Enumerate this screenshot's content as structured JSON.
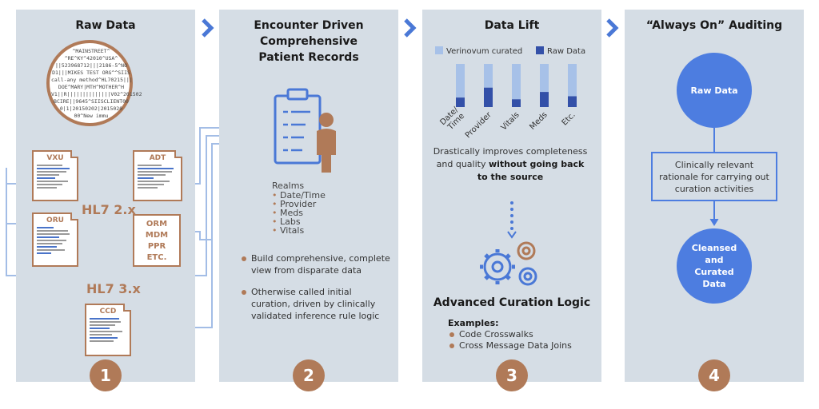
{
  "panels": [
    {
      "number": "1",
      "title": "Raw Data"
    },
    {
      "number": "2",
      "title_lines": [
        "Encounter Driven",
        "Comprehensive",
        "Patient Records"
      ]
    },
    {
      "number": "3",
      "title": "Data Lift"
    },
    {
      "number": "4",
      "title": "“Always On” Auditing"
    }
  ],
  "raw_data": {
    "snippet_lines": [
      "^MAINSTREET^",
      "^RE^KY^42010^USA^",
      "||523968712|||2186-5^NO",
      "D1|||MIKES TEST ORG^^SIIS",
      "call-any method^HL70215|||",
      "DOE^MARY|MTH^MOTHER^H",
      "V1||R||||||||||||||V02^201502",
      "BCIRE||9645^SIISCLIENT00",
      "0|1|20150202|2015020",
      "00^New immu"
    ],
    "docs": {
      "vxu": "VXU",
      "adt": "ADT",
      "oru": "ORU",
      "ccd": "CCD",
      "stacked": [
        "ORM",
        "MDM",
        "PPR",
        "ETC."
      ]
    },
    "hl7_2": "HL7 2.x",
    "hl7_3": "HL7 3.x"
  },
  "records": {
    "realms_title": "Realms",
    "realms": [
      "Date/Time",
      "Provider",
      "Meds",
      "Labs",
      "Vitals"
    ],
    "bullets": [
      "Build comprehensive, complete view from disparate data",
      "Otherwise called initial curation, driven by clinically validated inference rule logic"
    ]
  },
  "data_lift": {
    "legend": [
      {
        "label": "Verinovum curated",
        "color": "#a7c1e8"
      },
      {
        "label": "Raw Data",
        "color": "#3350a8"
      }
    ],
    "text_plain": "Drastically improves completeness and quality",
    "text_bold": "without going back to the source",
    "acl_title": "Advanced Curation Logic",
    "examples_title": "Examples:",
    "examples": [
      "Code Crosswalks",
      "Cross Message Data Joins"
    ]
  },
  "chart_data": {
    "type": "bar",
    "categories": [
      "Date/\nTime",
      "Provider",
      "Vitals",
      "Meds",
      "Etc."
    ],
    "series": [
      {
        "name": "Raw Data",
        "values": [
          0.22,
          0.45,
          0.18,
          0.35,
          0.25
        ]
      },
      {
        "name": "Verinovum curated",
        "values": [
          0.78,
          0.55,
          0.82,
          0.65,
          0.75
        ]
      }
    ],
    "stacked": true,
    "title": "",
    "ylim": [
      0,
      1
    ],
    "legend": "top"
  },
  "auditing": {
    "top_circle": "Raw Data",
    "rationale": "Clinically relevant rationale for carrying out curation activities",
    "bottom_circle": "Cleansed and Curated Data"
  },
  "colors": {
    "panel_bg": "#d5dde5",
    "accent_brown": "#b07a58",
    "accent_blue": "#4d7de0",
    "chevron": "#4a78d6"
  }
}
